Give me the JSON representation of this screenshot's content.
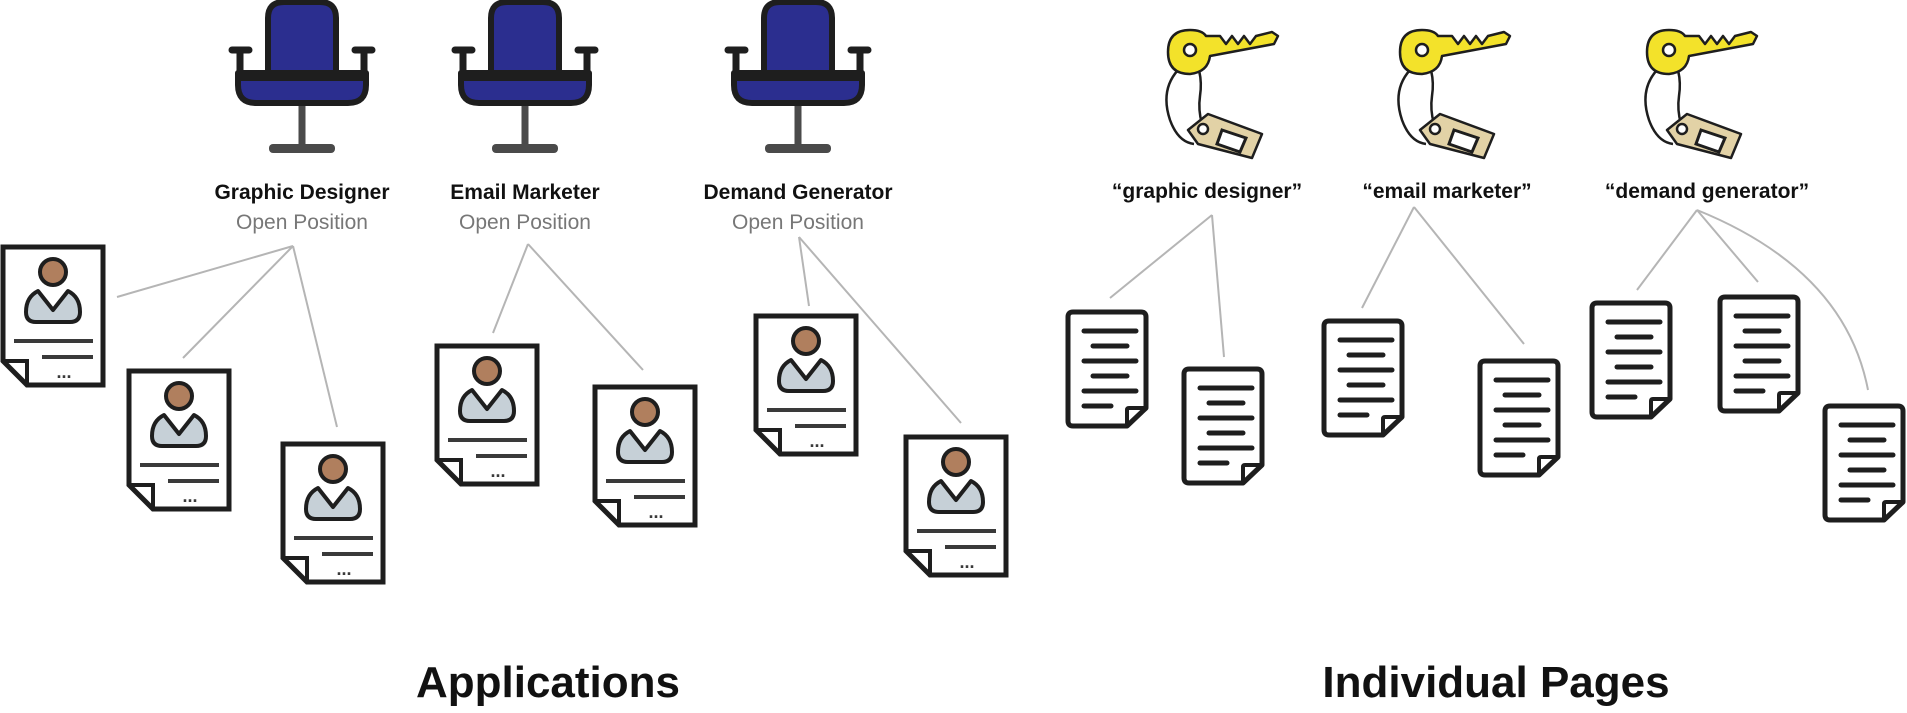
{
  "colors": {
    "chair_seat": "#2B2E8F",
    "outline": "#1E1E1E",
    "chair_stem": "#4A4A4A",
    "key_yellow": "#F3E22A",
    "tag_beige": "#E2D2A6",
    "avatar_head": "#B07F5E",
    "avatar_body": "#C6D0D7",
    "connector": "#B5B5B5",
    "subtitle": "#777777"
  },
  "left_section": {
    "title": "Applications",
    "positions": [
      {
        "icon": "office-chair-icon",
        "title": "Graphic Designer",
        "subtitle": "Open Position",
        "applications": 3
      },
      {
        "icon": "office-chair-icon",
        "title": "Email Marketer",
        "subtitle": "Open Position",
        "applications": 2
      },
      {
        "icon": "office-chair-icon",
        "title": "Demand Generator",
        "subtitle": "Open Position",
        "applications": 2
      }
    ],
    "resume_placeholder": "..."
  },
  "right_section": {
    "title": "Individual Pages",
    "keywords": [
      {
        "icon": "key-with-tag-icon",
        "label": "“graphic designer”",
        "pages": 2
      },
      {
        "icon": "key-with-tag-icon",
        "label": "“email marketer”",
        "pages": 2
      },
      {
        "icon": "key-with-tag-icon",
        "label": "“demand generator”",
        "pages": 3
      }
    ]
  }
}
